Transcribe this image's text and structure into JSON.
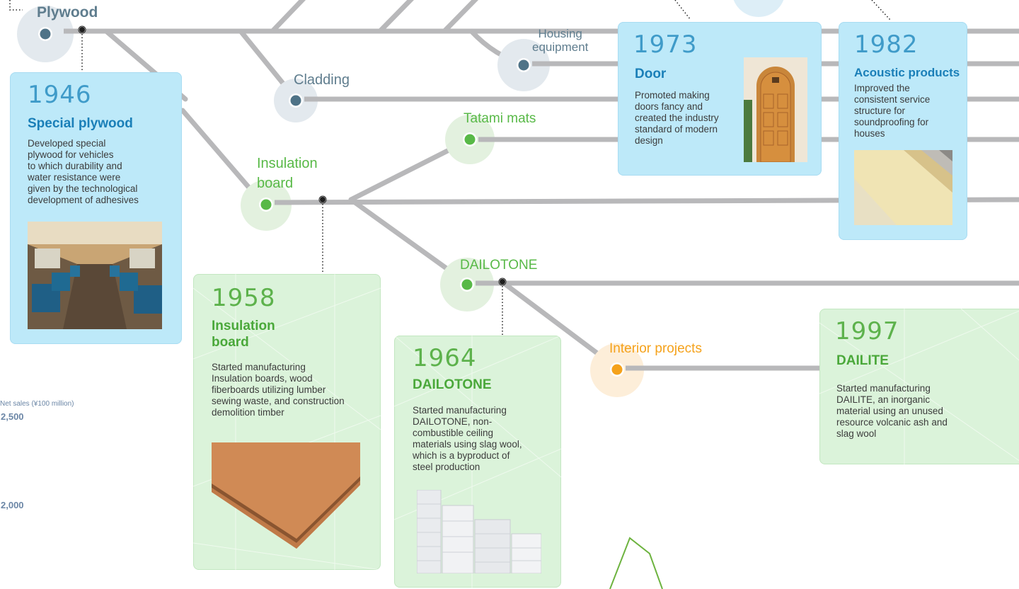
{
  "lines": {
    "plywood": "Plywood",
    "cladding": "Cladding",
    "housing_equipment": [
      "Housing",
      "equipment"
    ],
    "tatami_mats": "Tatami mats",
    "insulation_board": [
      "Insulation",
      "board"
    ],
    "dailotone": "DAILOTONE",
    "interior_projects": "Interior projects"
  },
  "cards": {
    "c1946": {
      "year": "1946",
      "title": "Special plywood",
      "desc": [
        "Developed special",
        "plywood for vehicles",
        "to which durability and",
        "water resistance were",
        "given by the technological",
        "development of adhesives"
      ]
    },
    "c1958": {
      "year": "1958",
      "title": [
        "Insulation",
        "board"
      ],
      "desc": [
        "Started manufacturing",
        "Insulation boards, wood",
        "fiberboards utilizing lumber",
        "sewing waste, and construction",
        "demolition timber"
      ]
    },
    "c1964": {
      "year": "1964",
      "title": "DAILOTONE",
      "desc": [
        "Started manufacturing",
        "DAILOTONE, non-",
        "combustible ceiling",
        "materials using slag wool,",
        "which is a byproduct of",
        "steel production"
      ]
    },
    "c1973": {
      "year": "1973",
      "title": "Door",
      "desc": [
        "Promoted making",
        "doors fancy and",
        "created the industry",
        "standard of modern",
        "design"
      ]
    },
    "c1982": {
      "year": "1982",
      "title": "Acoustic products",
      "desc": [
        "Improved the",
        "consistent service",
        "structure for",
        "soundproofing for",
        "houses"
      ]
    },
    "c1997": {
      "year": "1997",
      "title": "DAILITE",
      "desc": [
        "Started manufacturing",
        "DAILITE, an inorganic",
        "material using an unused",
        "resource volcanic ash and",
        "slag wool"
      ]
    }
  },
  "sales_axis": {
    "label": "Net sales (¥100 million)",
    "ticks": [
      "2,500",
      "2,000"
    ]
  },
  "colors": {
    "line_gray": "#b8b8ba",
    "slate_node": "#4f7387",
    "green_node": "#58b947",
    "orange_node": "#f5a21b",
    "blue_card": "#bde9f9",
    "green_card": "#dbf3da",
    "axis_text": "#6b86a6"
  }
}
